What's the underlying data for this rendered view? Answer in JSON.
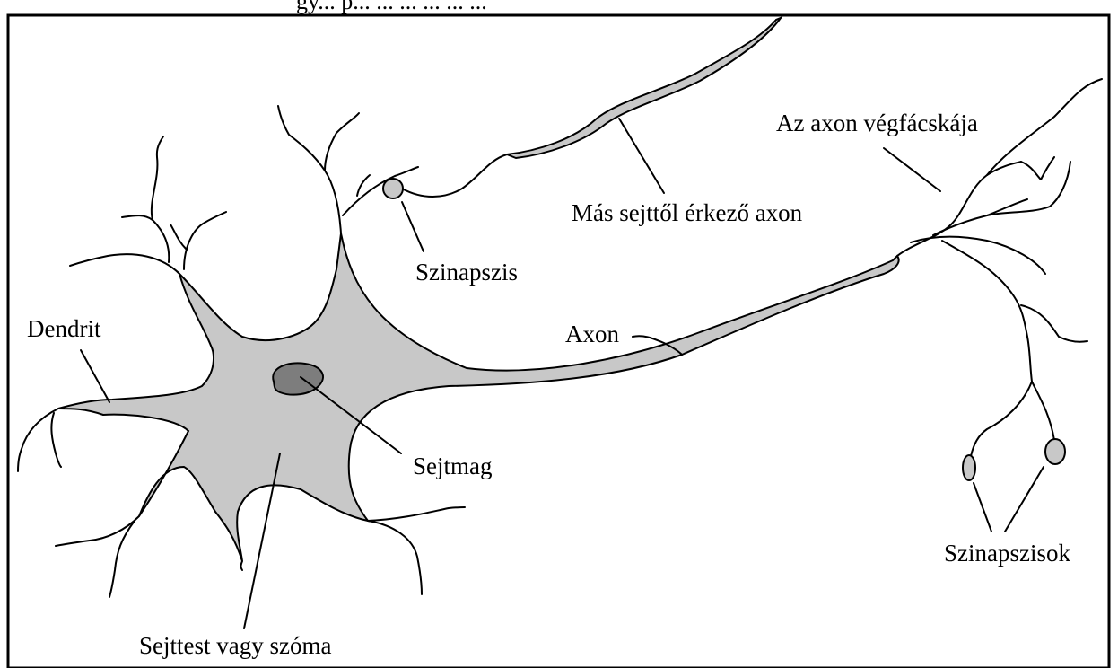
{
  "top_caption": "gy... p... ... ... ... ... ...",
  "labels": {
    "dendrit": "Dendrit",
    "szinapszis": "Szinapszis",
    "mas_axon": "Más sejttől érkező axon",
    "vegfacskaja": "Az axon végfácskája",
    "axon": "Axon",
    "sejtmag": "Sejtmag",
    "szoma": "Sejttest vagy szóma",
    "szinapszisok": "Szinapszisok"
  },
  "colors": {
    "cell_fill": "#c8c8c8",
    "nucleus_fill": "#7d7d7d",
    "outline": "#000000",
    "background": "#ffffff"
  }
}
